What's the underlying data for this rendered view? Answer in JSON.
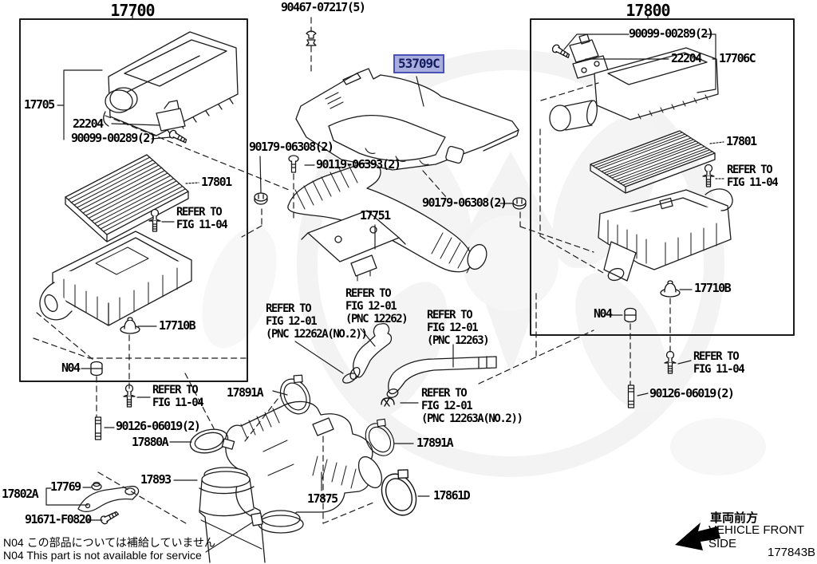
{
  "page": {
    "drawing_code": "177843B",
    "front_label_jp": "車両前方",
    "front_label_en": "VEHICLE FRONT SIDE",
    "highlight_color": "#a9aede"
  },
  "notes": {
    "jp": "N04 この部品については補給していません",
    "en": "N04 This part is not available for service"
  },
  "center": {
    "cover_clip": "90467-07217(5)",
    "cover_highlight": "53709C",
    "inlet_duct": "17751",
    "nut_left": "90179-06308(2)",
    "bolt": "90119-06393(2)",
    "nut_right": "90179-06308(2)",
    "ref_pnc_12262a": "REFER TO\nFIG 12-01\n(PNC 12262A(NO.2))",
    "ref_pnc_12262": "REFER TO\nFIG 12-01\n(PNC 12262)",
    "ref_pnc_12263": "REFER TO\nFIG 12-01\n(PNC 12263)",
    "ref_pnc_12263a": "REFER TO\nFIG 12-01\n(PNC 12263A(NO.2))",
    "hose_clamp_upper": "17891A",
    "hose_clamp_lower": "17891A",
    "air_hose": "17875",
    "outlet_clamp": "17861D"
  },
  "left": {
    "title": "17700",
    "cap": "17705",
    "maf_sensor": "22204",
    "maf_screw": "90099-00289(2)",
    "filter_element": "17801",
    "ref_fig_element": "REFER TO\nFIG 11-04",
    "grommet": "17710B",
    "nut": "N04",
    "ref_fig_bolt": "REFER TO\nFIG 11-04",
    "stud": "90126-06019(2)",
    "clamp": "17880A",
    "bracket": "17802A",
    "clip": "17769",
    "screw": "91671-F0820",
    "resonator": "17893"
  },
  "right": {
    "title": "17800",
    "cap_screw": "90099-00289(2)",
    "maf_sensor": "22204",
    "cap": "17706C",
    "filter_element": "17801",
    "ref_fig_element": "REFER TO\nFIG 11-04",
    "grommet": "17710B",
    "nut": "N04",
    "ref_fig_bolt": "REFER TO\nFIG 11-04",
    "stud": "90126-06019(2)"
  }
}
